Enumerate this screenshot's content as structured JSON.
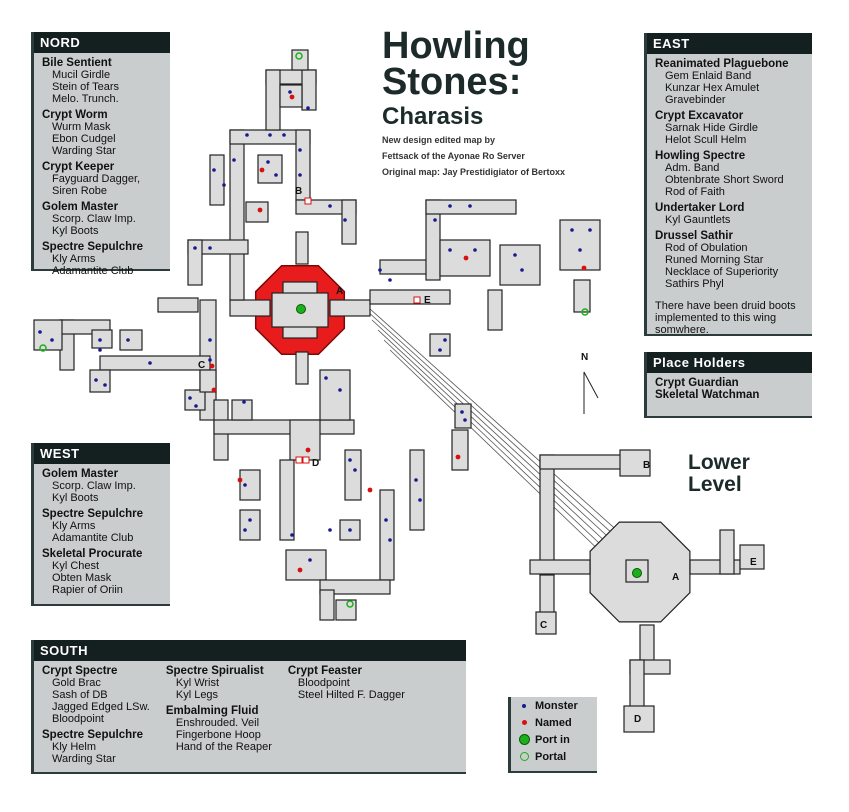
{
  "title": {
    "line1": "Howling",
    "line2": "Stones:",
    "subtitle": "Charasis",
    "credit1": "New design edited map by",
    "credit2": "Fettsack of the Ayonae Ro Server",
    "credit3": "Original map: Jay Prestidigiator of Bertoxx"
  },
  "lower_level_label": [
    "Lower",
    "Level"
  ],
  "compass_label": "N",
  "map_labels": {
    "a": "A",
    "b": "B",
    "c": "C",
    "d": "D",
    "e": "E"
  },
  "nord": {
    "header": "NORD",
    "groups": [
      {
        "name": "Bile Sentient",
        "items": [
          "Mucil Girdle",
          "Stein of Tears",
          "Melo. Trunch."
        ]
      },
      {
        "name": "Crypt Worm",
        "items": [
          "Wurm Mask",
          "Ebon Cudgel",
          "Warding Star"
        ]
      },
      {
        "name": "Crypt Keeper",
        "items": [
          "Fayguard Dagger,",
          "Siren Robe"
        ]
      },
      {
        "name": "Golem Master",
        "items": [
          "Scorp. Claw Imp.",
          "Kyl Boots"
        ]
      },
      {
        "name": "Spectre Sepulchre",
        "items": [
          "Kly Arms",
          "Adamantite Club"
        ]
      }
    ]
  },
  "west": {
    "header": "WEST",
    "groups": [
      {
        "name": "Golem Master",
        "items": [
          "Scorp. Claw Imp.",
          "Kyl Boots"
        ]
      },
      {
        "name": "Spectre Sepulchre",
        "items": [
          "Kly Arms",
          "Adamantite Club"
        ]
      },
      {
        "name": "Skeletal Procurate",
        "items": [
          "Kyl Chest",
          "Obten Mask",
          "Rapier of Oriin"
        ]
      }
    ]
  },
  "east": {
    "header": "EAST",
    "groups": [
      {
        "name": "Reanimated Plaguebone",
        "items": [
          "Gem Enlaid Band",
          "Kunzar Hex Amulet",
          "Gravebinder"
        ]
      },
      {
        "name": "Crypt Excavator",
        "items": [
          "Sarnak Hide Girdle",
          "Helot Scull Helm"
        ]
      },
      {
        "name": "Howling Spectre",
        "items": [
          "Adm. Band",
          "Obtenbrate Short Sword",
          "Rod of Faith"
        ]
      },
      {
        "name": "Undertaker Lord",
        "items": [
          "Kyl Gauntlets"
        ]
      },
      {
        "name": "Drussel Sathir",
        "items": [
          "Rod of Obulation",
          "Runed Morning Star",
          "Necklace of Superiority",
          "Sathirs Phyl"
        ]
      }
    ],
    "note": "There have been druid boots implemented to this wing somwhere."
  },
  "place_holders": {
    "header": "Place Holders",
    "items": [
      "Crypt Guardian",
      "Skeletal Watchman"
    ]
  },
  "south": {
    "header": "SOUTH",
    "columns": [
      [
        {
          "name": "Crypt Spectre",
          "items": [
            "Gold Brac",
            "Sash of DB",
            "Jagged Edged LSw.",
            "Bloodpoint"
          ]
        },
        {
          "name": "Spectre Sepulchre",
          "items": [
            "Kly Helm",
            "Warding Star"
          ]
        }
      ],
      [
        {
          "name": "Spectre Spirualist",
          "items": [
            "Kyl Wrist",
            "Kyl Legs"
          ]
        },
        {
          "name": "Embalming Fluid",
          "items": [
            "Enshrouded. Veil",
            "Fingerbone Hoop",
            "Hand of the Reaper"
          ]
        }
      ],
      [
        {
          "name": "Crypt Feaster",
          "items": [
            "Bloodpoint",
            "Steel Hilted F. Dagger"
          ]
        }
      ]
    ]
  },
  "legend": {
    "items": [
      {
        "label": "Monster",
        "icon": "blue-dot-icon",
        "color": "#1a1a8c"
      },
      {
        "label": "Named",
        "icon": "red-dot-icon",
        "color": "#d81010"
      },
      {
        "label": "Port in",
        "icon": "green-filled-dot-icon",
        "color": "#1bb01b"
      },
      {
        "label": "Portal",
        "icon": "green-ring-icon",
        "color": "#1bb01b"
      }
    ]
  },
  "colors": {
    "panel_bg": "#c9cdcd",
    "panel_header": "#142020",
    "central_room": "#e81c1c",
    "corridor": "#dcdcdc",
    "outline": "#222222"
  }
}
